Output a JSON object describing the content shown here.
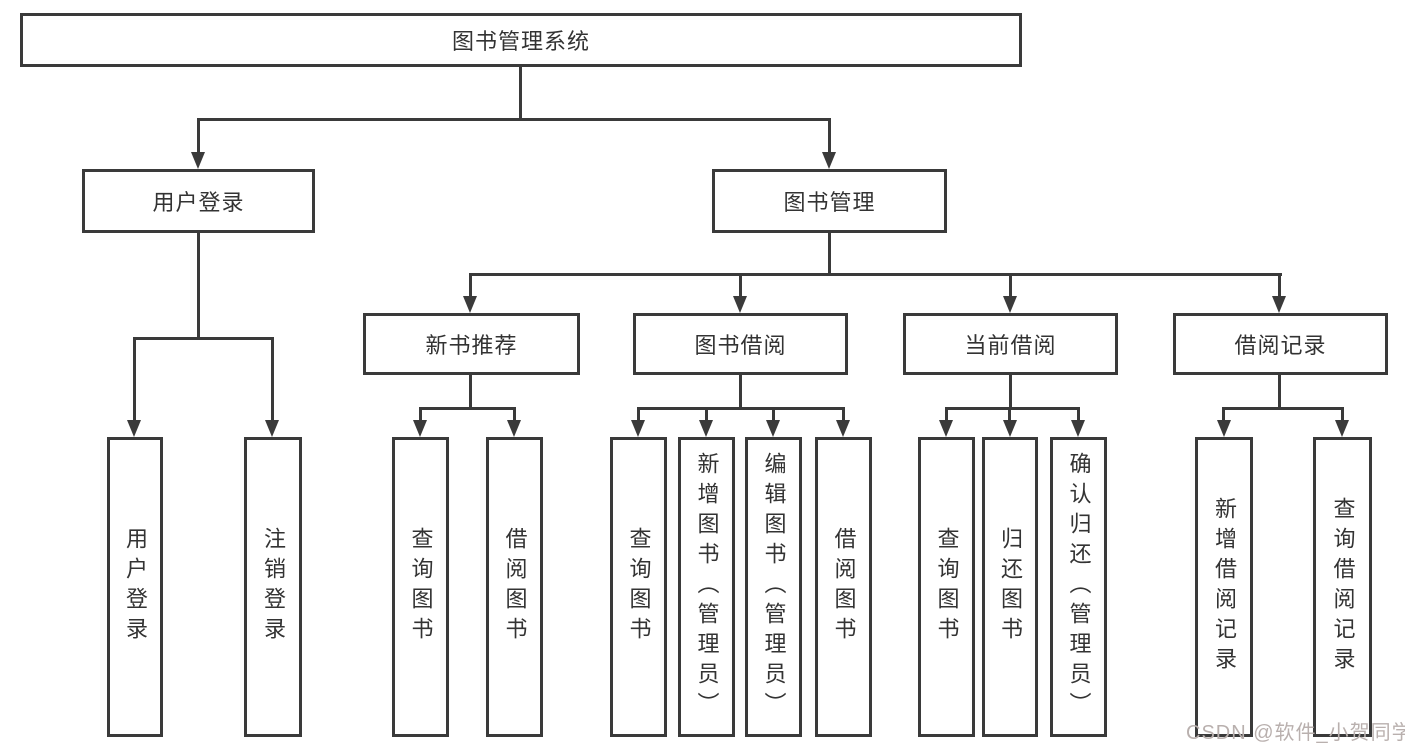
{
  "diagram": {
    "title": "图书管理系统",
    "colors": {
      "line": "#3a3a3a",
      "text": "#333333",
      "watermark": "#b9b0ae"
    },
    "nodes": {
      "root": "图书管理系统",
      "user_login": "用户登录",
      "book_management": "图书管理",
      "new_book_recommend": "新书推荐",
      "book_borrowing": "图书借阅",
      "current_borrowing": "当前借阅",
      "borrowing_records": "借阅记录",
      "leaf_user_login": "用户登录",
      "leaf_logout": "注销登录",
      "leaf_query_books_recommend": "查询图书",
      "leaf_borrow_books_recommend": "借阅图书",
      "leaf_query_books_borrowing": "查询图书",
      "leaf_add_books_admin": "新增图书（管理员）",
      "leaf_edit_books_admin": "编辑图书（管理员）",
      "leaf_borrow_books_borrowing": "借阅图书",
      "leaf_query_books_current": "查询图书",
      "leaf_return_books": "归还图书",
      "leaf_confirm_return_admin": "确认归还（管理员）",
      "leaf_add_borrow_record": "新增借阅记录",
      "leaf_query_borrow_record": "查询借阅记录"
    },
    "watermark": "CSDN @软件_小贺同学"
  }
}
